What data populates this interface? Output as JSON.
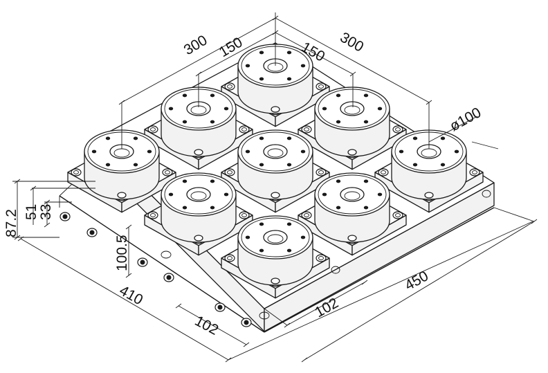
{
  "drawing": {
    "chuck_count": 9,
    "dimensions": {
      "pitch_total_left": "300",
      "pitch_half_left": "150",
      "pitch_half_right": "150",
      "pitch_total_right": "300",
      "chuck_diameter": "ø100",
      "height_total": "87.2",
      "height_chuck": "51",
      "height_base": "33",
      "fixture_offset": "100.5",
      "base_depth": "410",
      "port_spacing_left": "102",
      "port_spacing_right": "102",
      "base_width": "450"
    }
  }
}
